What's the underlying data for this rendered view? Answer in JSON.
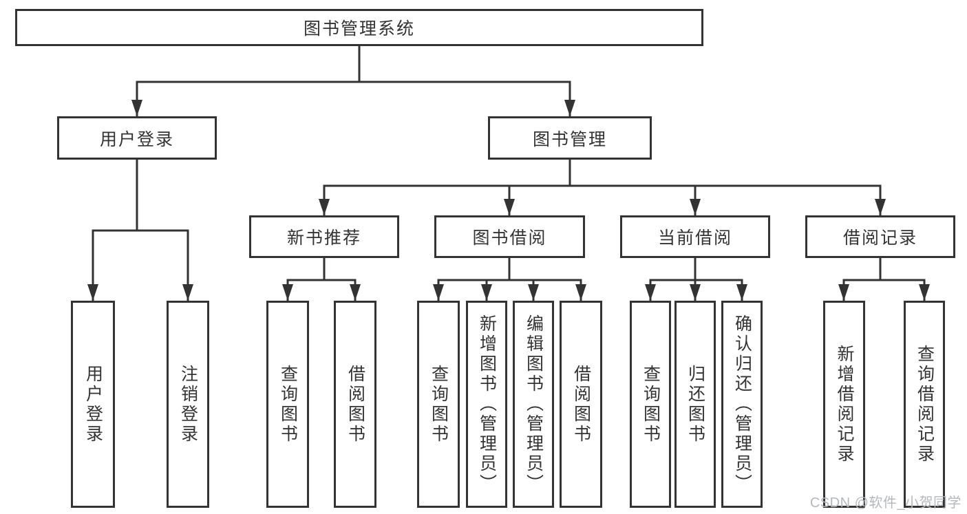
{
  "diagram": {
    "root": "图书管理系统",
    "user_login": {
      "label": "用户登录",
      "children": [
        "用户登录",
        "注销登录"
      ]
    },
    "book_mgmt": {
      "label": "图书管理",
      "groups": [
        {
          "label": "新书推荐",
          "children": [
            "查询图书",
            "借阅图书"
          ]
        },
        {
          "label": "图书借阅",
          "children": [
            "查询图书",
            "新增图书（管理员）",
            "编辑图书（管理员）",
            "借阅图书"
          ]
        },
        {
          "label": "当前借阅",
          "children": [
            "查询图书",
            "归还图书",
            "确认归还（管理员）"
          ]
        },
        {
          "label": "借阅记录",
          "children": [
            "新增借阅记录",
            "查询借阅记录"
          ]
        }
      ]
    }
  },
  "watermark": "CSDN @软件_小贺同学",
  "colors": {
    "line": "#333333",
    "border": "#333333",
    "text": "#333333",
    "watermark": "#b4b8bd",
    "background": "#ffffff"
  }
}
